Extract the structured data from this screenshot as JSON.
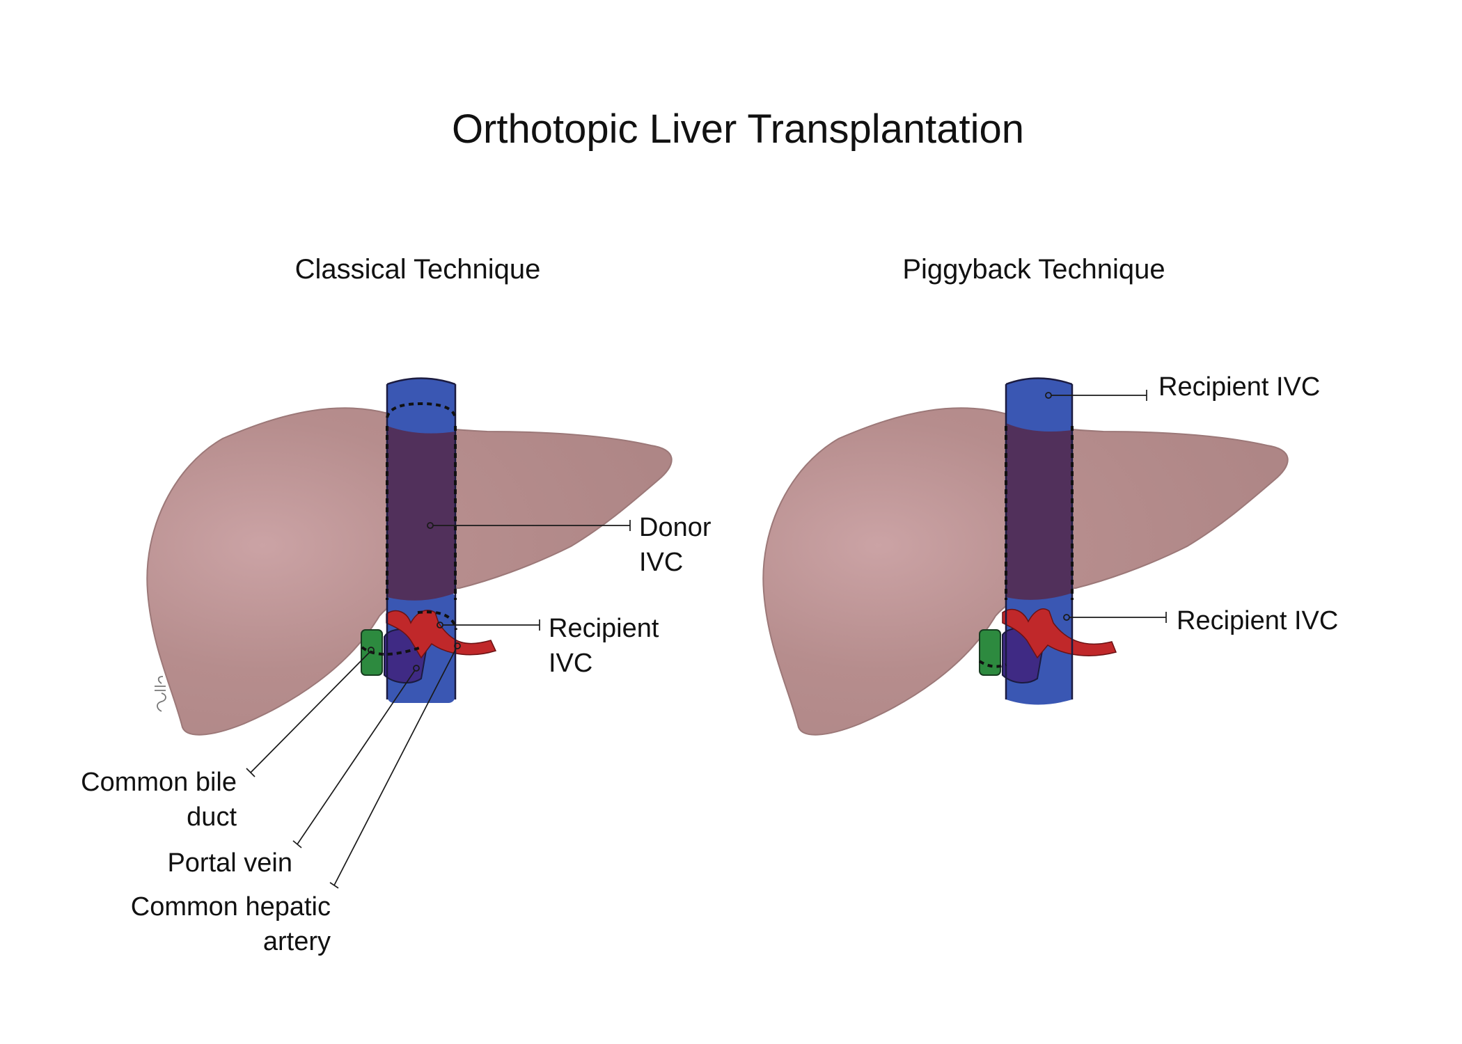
{
  "title": "Orthotopic Liver Transplantation",
  "panels": [
    {
      "subtitle": "Classical Technique",
      "labels": {
        "donor_ivc": [
          "Donor",
          "IVC"
        ],
        "recipient_ivc": [
          "Recipient",
          "IVC"
        ],
        "common_bile_duct": [
          "Common bile",
          "duct"
        ],
        "portal_vein": [
          "Portal vein"
        ],
        "common_hepatic_artery": [
          "Common hepatic",
          "artery"
        ]
      }
    },
    {
      "subtitle": "Piggyback Technique",
      "labels": {
        "recipient_ivc_upper": [
          "Recipient IVC"
        ],
        "recipient_ivc_lower": [
          "Recipient IVC"
        ]
      }
    }
  ],
  "signature": "S.Ohe",
  "colors": {
    "liver": "#b68c8c",
    "liver_highlight": "#c9a2a3",
    "ivc_blue": "#3a57b3",
    "donor_ivc_overlap": "#51305b",
    "portal_vein": "#3f2a84",
    "hepatic_artery": "#c0282a",
    "bile_duct": "#2d8a3f"
  }
}
